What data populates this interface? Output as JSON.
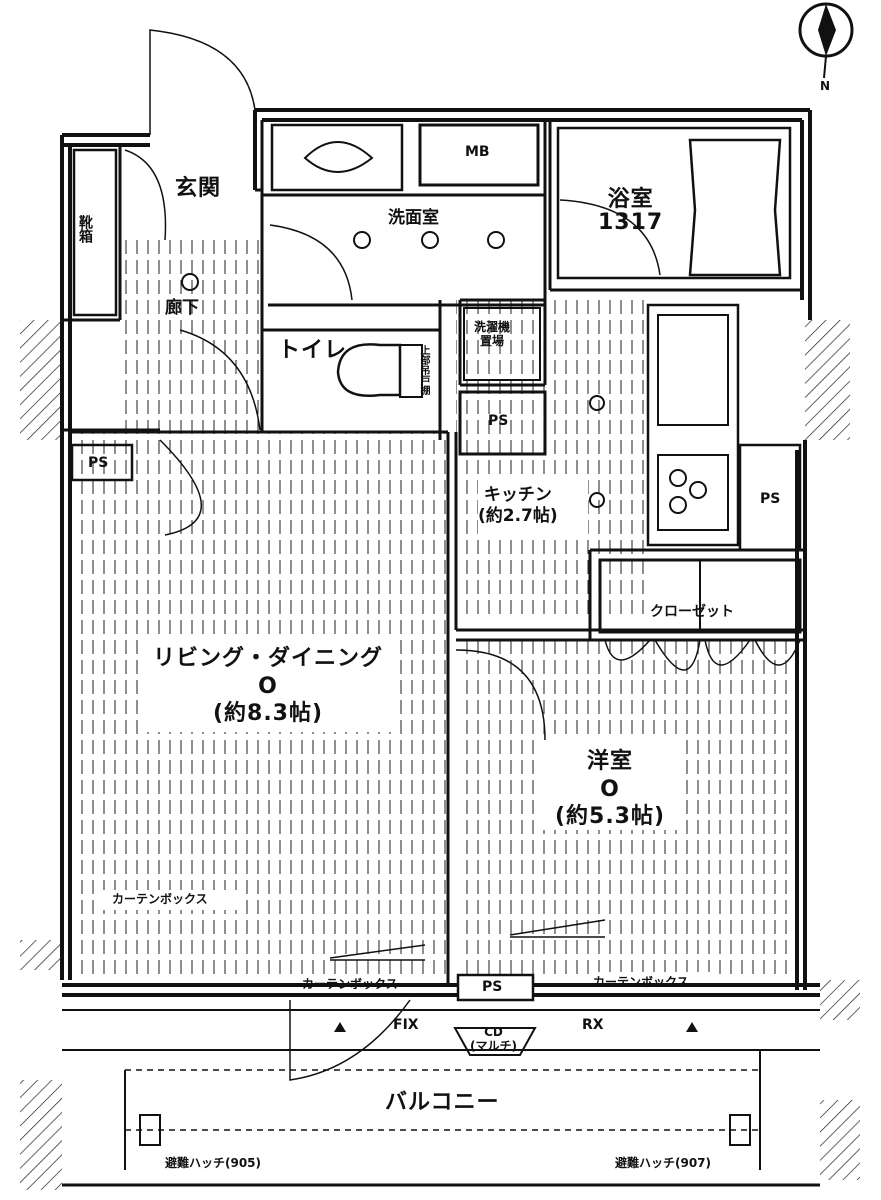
{
  "compass": {
    "north": "N"
  },
  "rooms": {
    "entrance": "玄関",
    "shoe_storage": "靴箱",
    "hallway": "廊下",
    "washroom": "洗面室",
    "mb": "MB",
    "bathroom": {
      "name": "浴室",
      "size": "1317"
    },
    "toilet": "トイレ",
    "upper_storage": "上部吊戸棚",
    "laundry": {
      "line1": "洗濯機",
      "line2": "置場"
    },
    "kitchen": {
      "name": "キッチン",
      "size": "(約2.7帖)"
    },
    "ps_left": "PS",
    "ps_center": "PS",
    "ps_right": "PS",
    "ps_bottom": "PS",
    "closet": "クローゼット",
    "living": {
      "name": "リビング・ダイニング",
      "mark": "O",
      "size": "(約8.3帖)"
    },
    "western": {
      "name": "洋室",
      "mark": "O",
      "size": "(約5.3帖)"
    },
    "curtain_box_left_top": "カーテンボックス",
    "curtain_box_left_bottom": "カーテンボックス",
    "curtain_box_right": "カーテンボックス",
    "fix": "FIX",
    "rx": "RX",
    "aircon": {
      "line1": "CD",
      "line2": "(マルチ)"
    },
    "balcony": "バルコニー",
    "hatch_left": "避難ハッチ(905)",
    "hatch_right": "避難ハッチ(907)"
  }
}
